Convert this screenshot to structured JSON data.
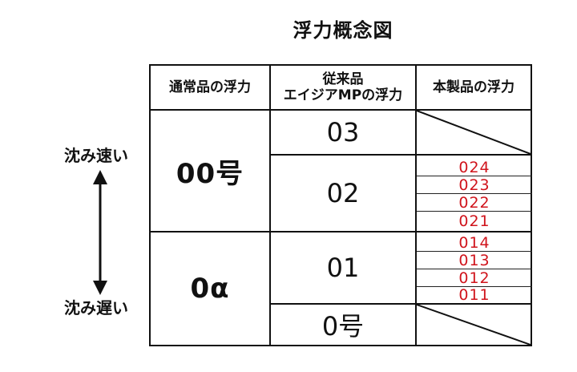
{
  "title": "浮力概念図",
  "side_labels": {
    "top": "沈み速い",
    "bottom": "沈み遅い"
  },
  "headers": {
    "col1": "通常品の浮力",
    "col2_line1": "従来品",
    "col2_line2": "エイジアMPの浮力",
    "col3": "本製品の浮力"
  },
  "groups": [
    {
      "label": "00号"
    },
    {
      "label": "0α"
    }
  ],
  "rows": [
    {
      "value": "03"
    },
    {
      "value": "02"
    },
    {
      "value": "01"
    },
    {
      "value": "0号"
    }
  ],
  "sub_values": {
    "group_02": [
      "024",
      "023",
      "022",
      "021"
    ],
    "group_01": [
      "014",
      "013",
      "012",
      "011"
    ]
  },
  "colors": {
    "sub_value": "#d0141c",
    "line": "#111111"
  }
}
